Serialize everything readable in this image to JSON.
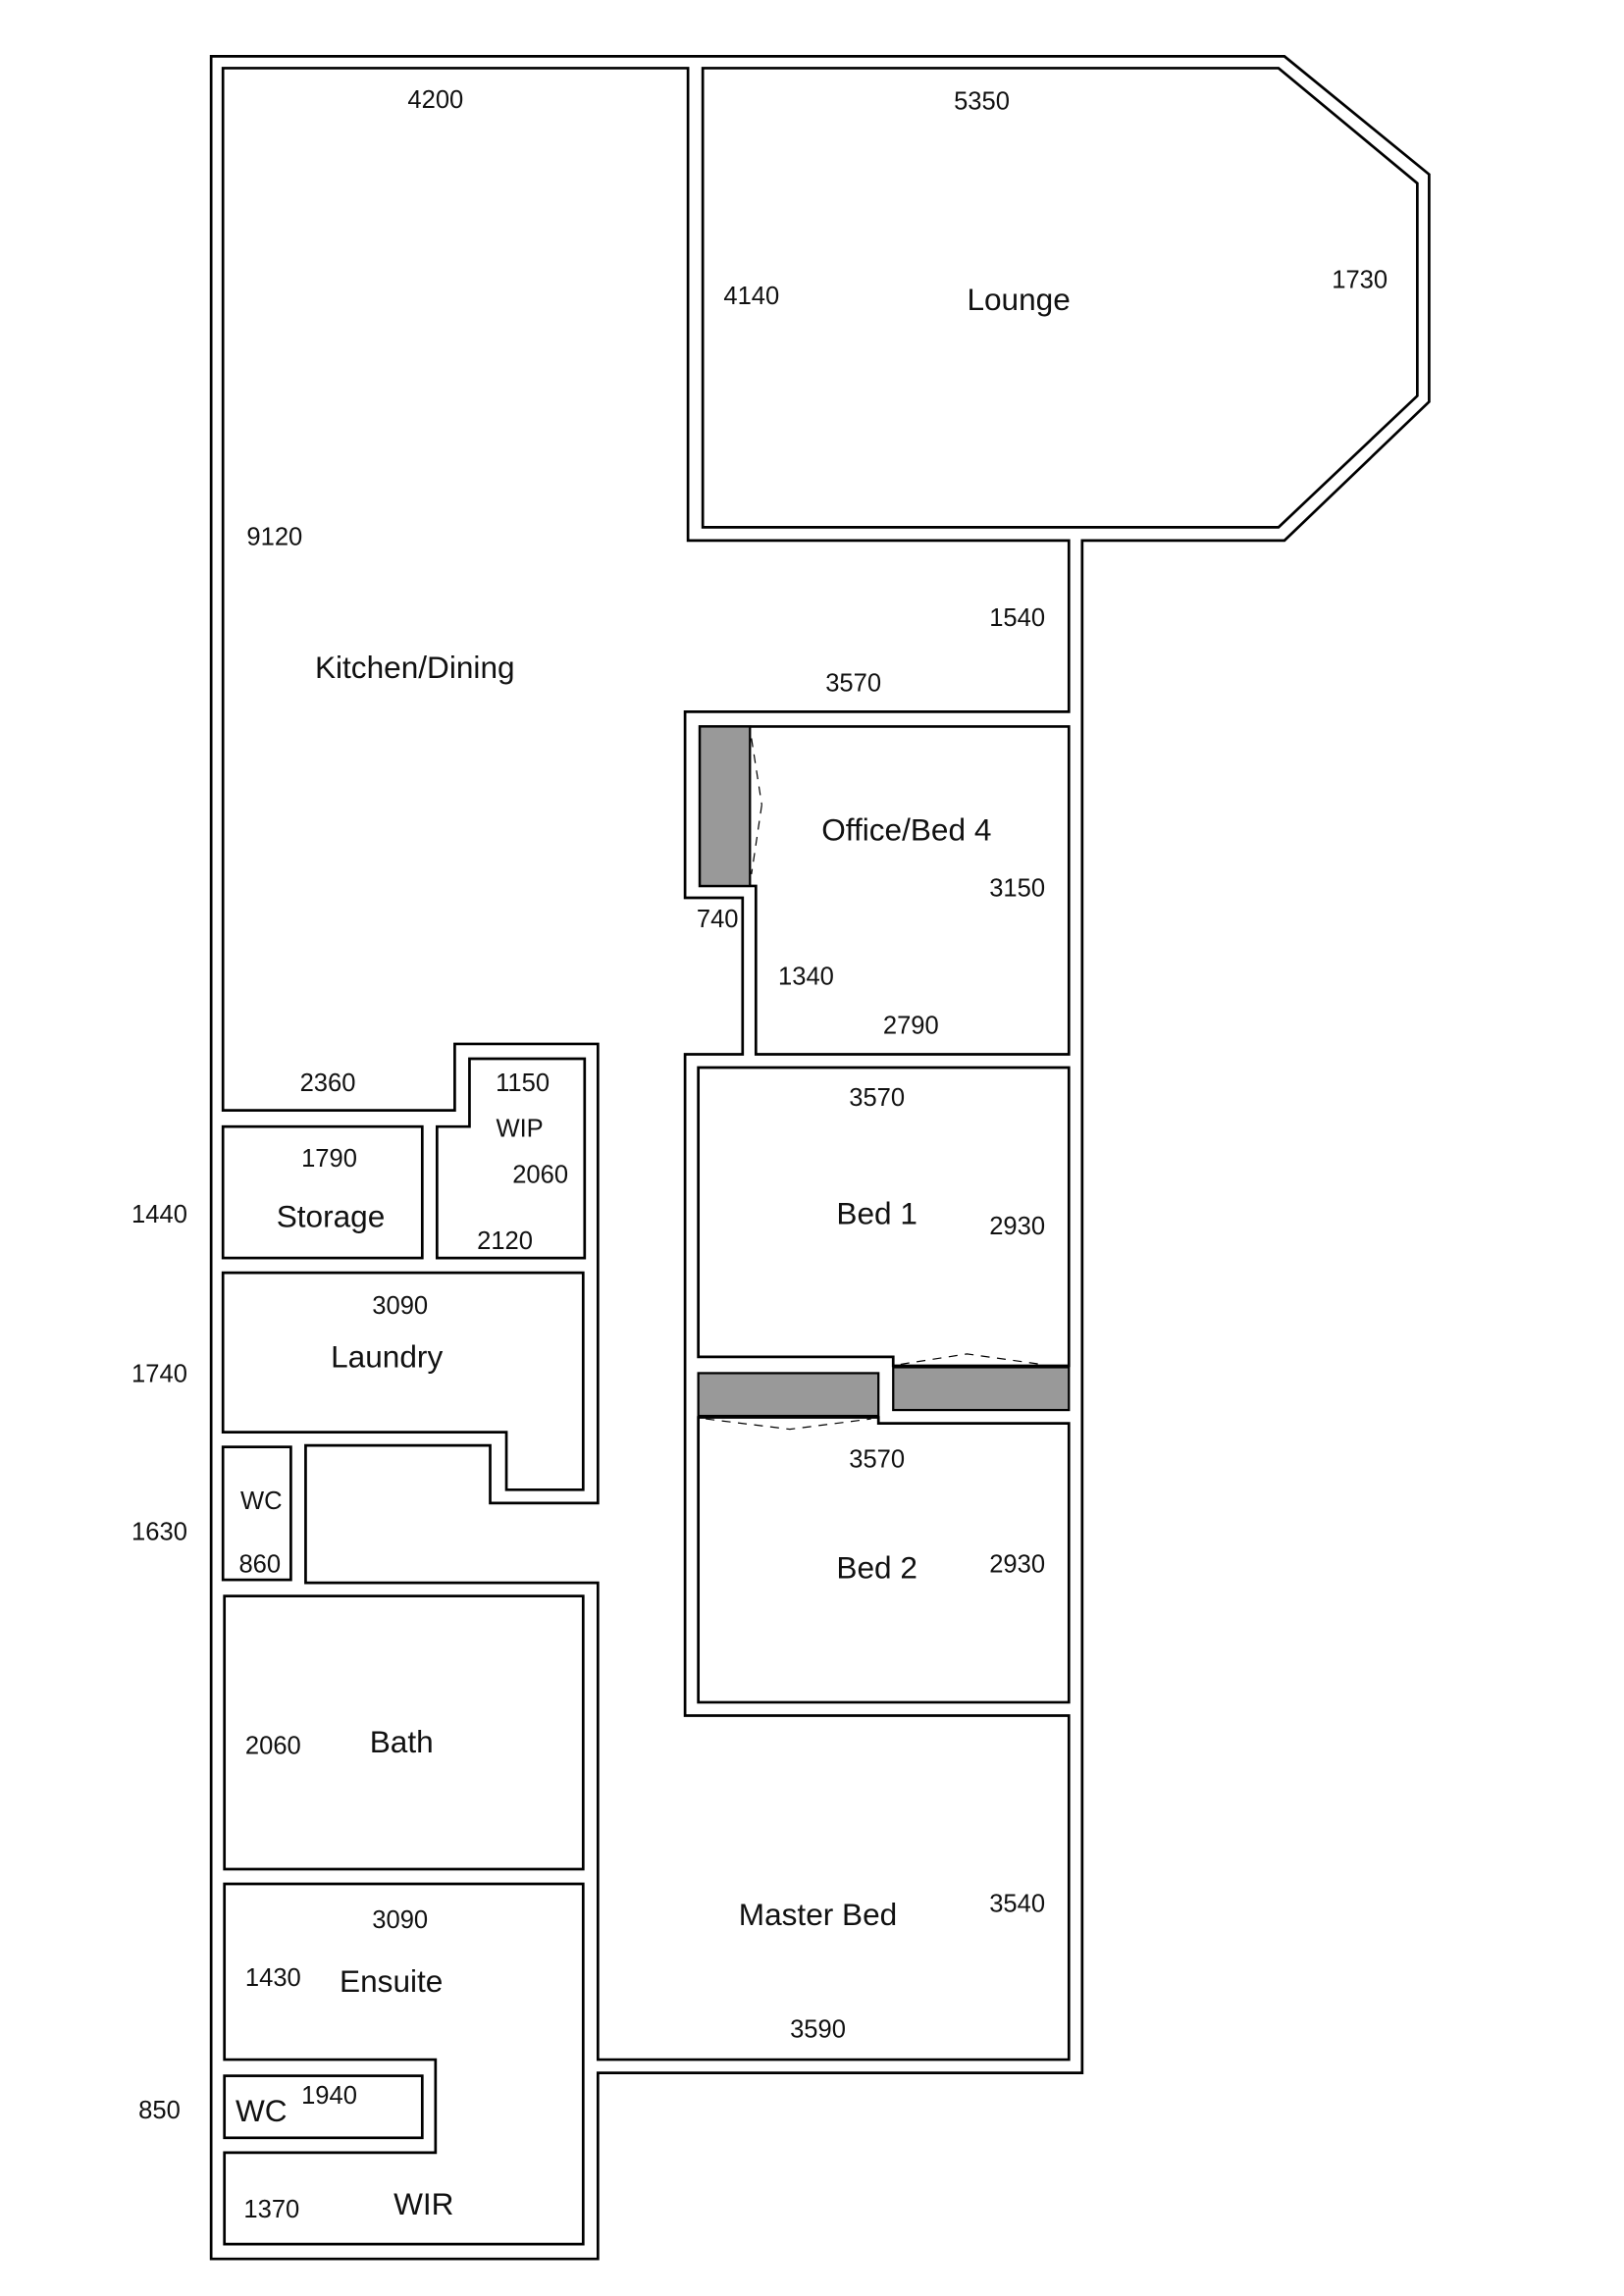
{
  "rooms": {
    "kitchen": "Kitchen/Dining",
    "lounge": "Lounge",
    "office": "Office/Bed 4",
    "wip": "WIP",
    "storage": "Storage",
    "laundry": "Laundry",
    "wc1": "WC",
    "bath": "Bath",
    "ensuite": "Ensuite",
    "wc2": "WC",
    "wir": "WIR",
    "bed1": "Bed 1",
    "bed2": "Bed 2",
    "master": "Master Bed"
  },
  "dimensions": {
    "kitchen_width": "4200",
    "kitchen_length": "9120",
    "lounge_width": "5350",
    "lounge_depth": "4140",
    "lounge_bay": "1730",
    "hall_1540": "1540",
    "office_top": "3570",
    "office_depth": "3150",
    "office_740": "740",
    "office_1340": "1340",
    "office_bottom": "2790",
    "kitchen_bottom": "2360",
    "wip_width": "1150",
    "wip_depth": "2060",
    "wip_bottom": "2120",
    "storage_width": "1790",
    "left_1440": "1440",
    "laundry_width": "3090",
    "left_1740": "1740",
    "left_1630": "1630",
    "wc_width": "860",
    "bath_depth": "2060",
    "ensuite_width": "3090",
    "ensuite_depth": "1430",
    "wc2_width": "1940",
    "left_850": "850",
    "wir_depth": "1370",
    "bed1_width": "3570",
    "bed1_depth": "2930",
    "bed2_width": "3570",
    "bed2_depth": "2930",
    "master_depth": "3540",
    "master_width": "3590"
  }
}
